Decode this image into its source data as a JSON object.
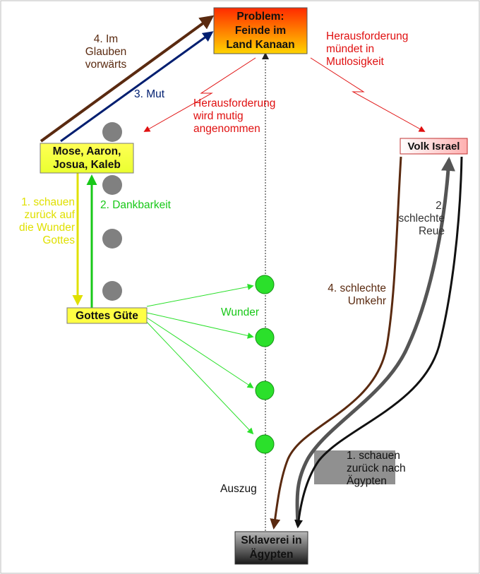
{
  "boxes": {
    "problem": "Problem:\nFeinde im\nLand Kanaan",
    "leaders": "Mose, Aaron,\nJosua, Kaleb",
    "goodness": "Gottes Güte",
    "people": "Volk Israel",
    "slavery": "Sklaverei in\nÄgypten"
  },
  "labels": {
    "faith_forward": "4. Im\nGlauben\nvorwärts",
    "courage": "3. Mut",
    "challenge_accepted": "Herausforderung\nwird mutig\nangenommen",
    "challenge_despair": "Herausforderung\nmündet in\nMutlosigkeit",
    "look_back_wonders": "1. schauen\nzurück auf\ndie Wunder\nGottes",
    "gratitude": "2. Dankbarkeit",
    "wonders": "Wunder",
    "bad_remorse": "2.\nschlechte\nReue",
    "bad_repentance": "4. schlechte\nUmkehr",
    "look_back_egypt": "1. schauen\nzurück nach\nÄgypten",
    "exodus": "Auszug"
  },
  "colors": {
    "brown": "#5a2a10",
    "navy": "#001e70",
    "red": "#e01010",
    "yellow": "#e0e000",
    "green": "#18c818",
    "wonder_green": "#2be02b",
    "gray_dot": "#808080"
  }
}
